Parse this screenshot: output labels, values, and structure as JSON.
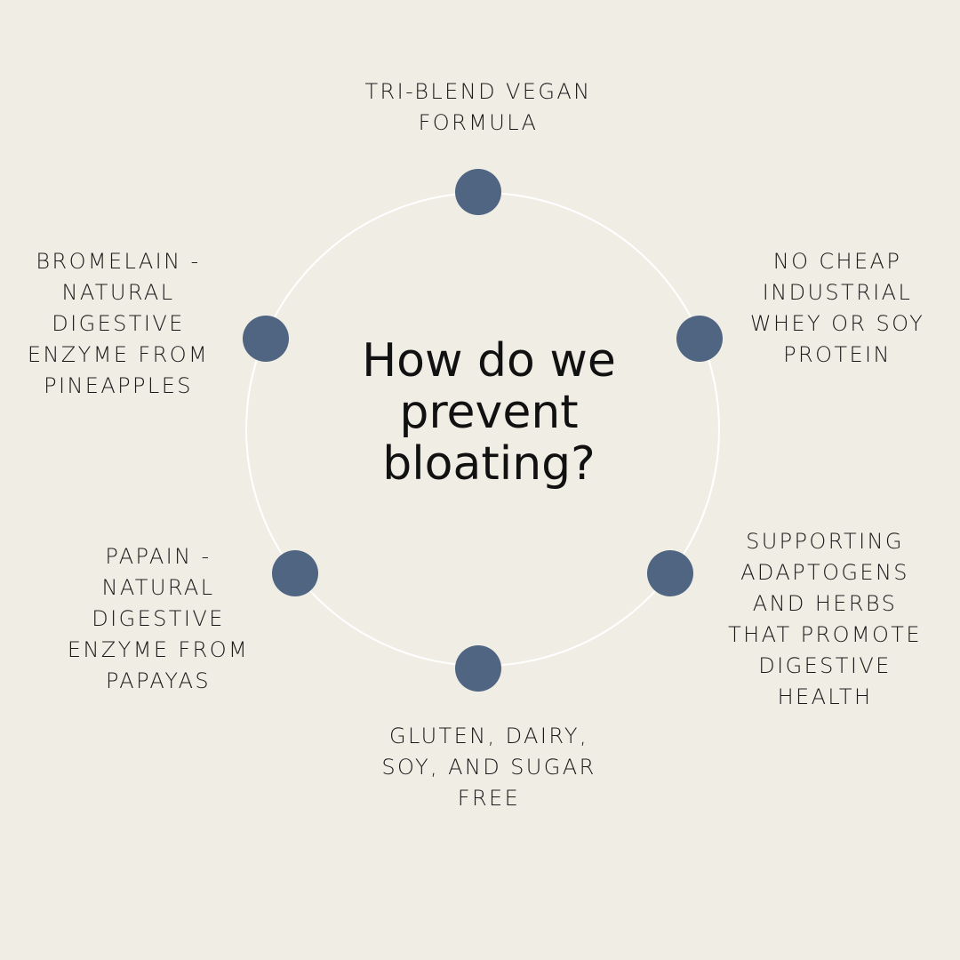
{
  "title": "How do we\nprevent\nbloating?",
  "colors": {
    "background": "#f0ede5",
    "ring": "#ffffff",
    "node": "#4f6582",
    "text": "#111111"
  },
  "items": [
    {
      "id": "tri-blend",
      "label": "TRI-BLEND VEGAN\nFORMULA"
    },
    {
      "id": "no-whey-soy",
      "label": "NO CHEAP\nINDUSTRIAL\nWHEY OR SOY\nPROTEIN"
    },
    {
      "id": "adaptogens",
      "label": "SUPPORTING\nADAPTOGENS\nAND HERBS\nTHAT PROMOTE\nDIGESTIVE\nHEALTH"
    },
    {
      "id": "allergen-free",
      "label": "GLUTEN, DAIRY,\nSOY, AND SUGAR\nFREE"
    },
    {
      "id": "papain",
      "label": "PAPAIN -\nNATURAL\nDIGESTIVE\nENZYME FROM\nPAPAYAS"
    },
    {
      "id": "bromelain",
      "label": "BROMELAIN -\nNATURAL\nDIGESTIVE\nENZYME FROM\nPINEAPPLES"
    }
  ]
}
